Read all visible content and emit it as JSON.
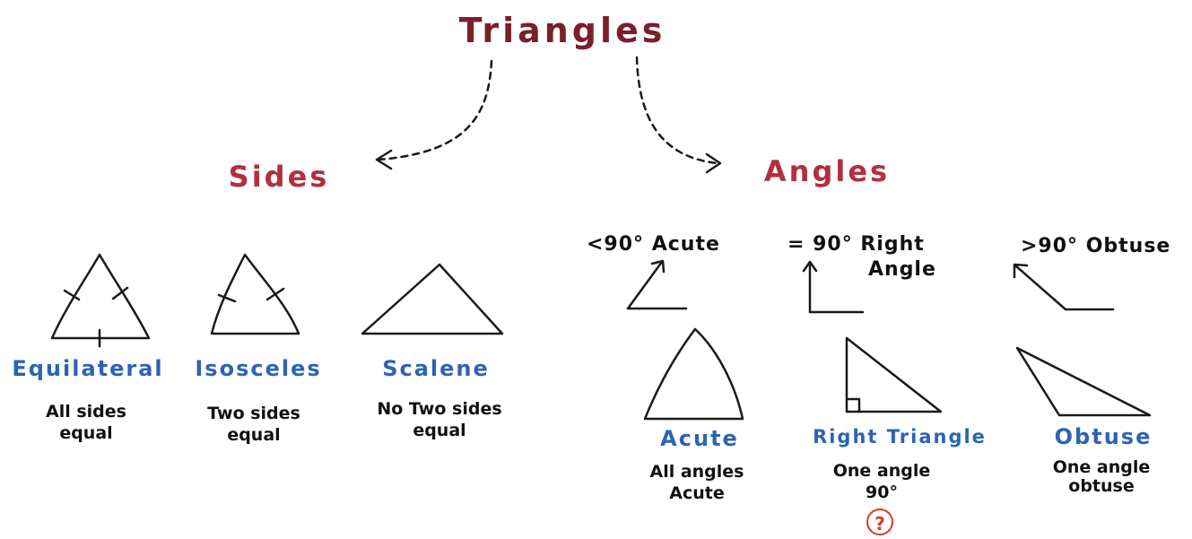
{
  "title": "Triangles",
  "categories": {
    "sides": "Sides",
    "angles": "Angles"
  },
  "sides_types": [
    {
      "name": "Equilateral",
      "desc_line1": "All sides",
      "desc_line2": "equal"
    },
    {
      "name": "Isosceles",
      "desc_line1": "Two sides",
      "desc_line2": "equal"
    },
    {
      "name": "Scalene",
      "desc_line1": "No Two sides",
      "desc_line2": "equal"
    }
  ],
  "angle_kinds": [
    {
      "label_line1": "<90° Acute",
      "label_line2": ""
    },
    {
      "label_line1": "= 90° Right",
      "label_line2": "Angle"
    },
    {
      "label_line1": ">90° Obtuse",
      "label_line2": ""
    }
  ],
  "angle_types": [
    {
      "name": "Acute",
      "desc_line1": "All angles",
      "desc_line2": "Acute"
    },
    {
      "name": "Right Triangle",
      "desc_line1": "One angle",
      "desc_line2": "90°"
    },
    {
      "name": "Obtuse",
      "desc_line1": "One angle",
      "desc_line2": "obtuse"
    }
  ],
  "colors": {
    "title": "#7a1f2b",
    "category": "#b22f3f",
    "type_name": "#2d63b5",
    "help": "#d93a2b"
  },
  "help_icon": {
    "glyph": "?"
  }
}
